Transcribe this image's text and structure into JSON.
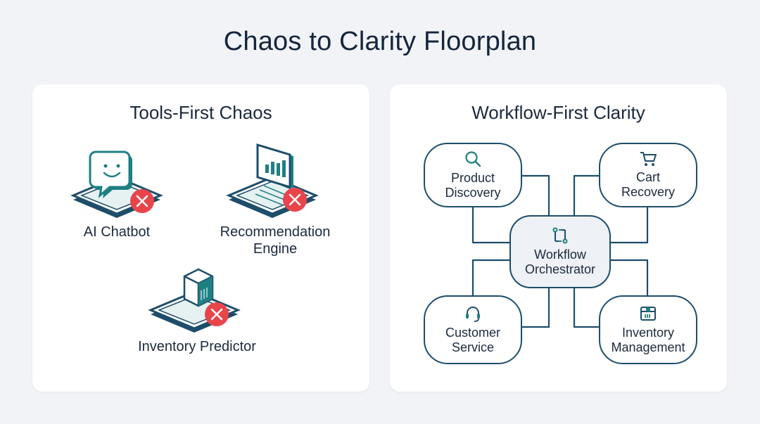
{
  "title": "Chaos to Clarity Floorplan",
  "left_panel": {
    "heading": "Tools-First Chaos",
    "tools": [
      {
        "label": "AI Chatbot",
        "icon": "chat-bubble-icon"
      },
      {
        "label": "Recommendation\nEngine",
        "icon": "bar-chart-icon"
      },
      {
        "label": "Inventory Predictor",
        "icon": "box-icon"
      }
    ]
  },
  "right_panel": {
    "heading": "Workflow-First Clarity",
    "center": {
      "label": "Workflow\nOrchestrator",
      "icon": "workflow-icon"
    },
    "nodes": [
      {
        "label": "Product\nDiscovery",
        "icon": "search-icon"
      },
      {
        "label": "Cart\nRecovery",
        "icon": "cart-icon"
      },
      {
        "label": "Customer\nService",
        "icon": "headset-icon"
      },
      {
        "label": "Inventory\nManagement",
        "icon": "inventory-box-icon"
      }
    ]
  },
  "colors": {
    "node_border": "#1d4e6b",
    "teal": "#1f7f82",
    "error_red": "#e8454b",
    "text_dark": "#14253d"
  }
}
